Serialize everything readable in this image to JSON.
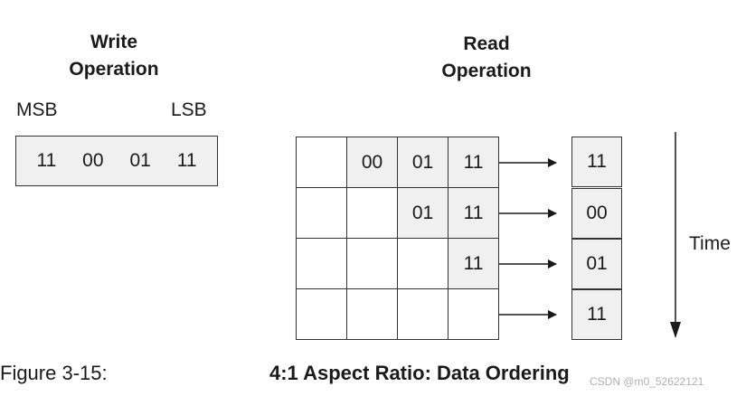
{
  "write": {
    "title_line1": "Write",
    "title_line2": "Operation",
    "msb": "MSB",
    "lsb": "LSB",
    "values": [
      "11",
      "00",
      "01",
      "11"
    ]
  },
  "read": {
    "title_line1": "Read",
    "title_line2": "Operation",
    "rows": [
      [
        "",
        "00",
        "01",
        "11"
      ],
      [
        "",
        "",
        "01",
        "11"
      ],
      [
        "",
        "",
        "",
        "11"
      ],
      [
        "",
        "",
        "",
        ""
      ]
    ],
    "outputs": [
      "11",
      "00",
      "01",
      "11"
    ]
  },
  "time_label": "Time",
  "caption": {
    "figure": "Figure 3-15:",
    "title": "4:1 Aspect Ratio: Data Ordering"
  },
  "watermark": "CSDN @m0_52622121"
}
